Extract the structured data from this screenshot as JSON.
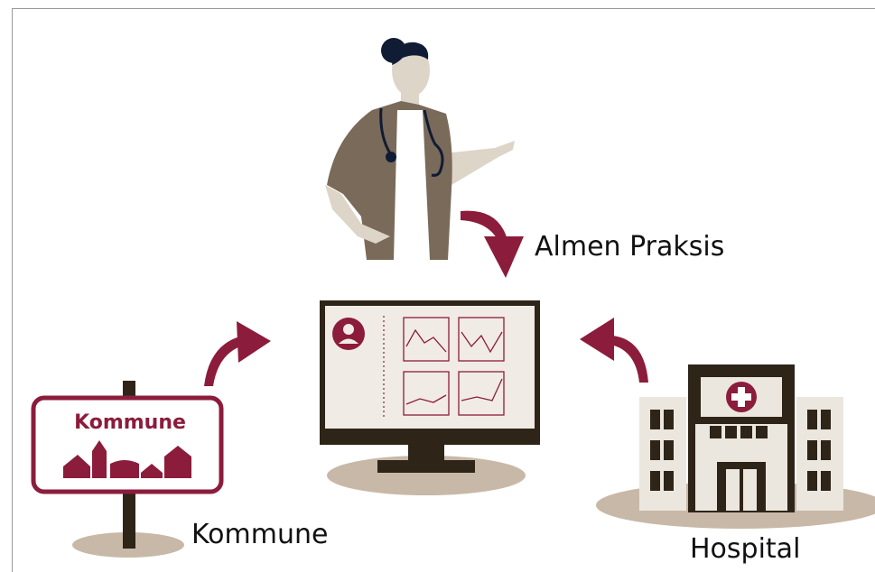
{
  "labels": {
    "almen_praksis": "Almen Praksis",
    "kommune": "Kommune",
    "hospital": "Hospital",
    "sign_text": "Kommune"
  },
  "colors": {
    "maroon": "#8c1c3c",
    "dark": "#2e2418",
    "shadow": "#c8b8a7",
    "skin": "#dcd5c8",
    "coat": "#7a6a5a",
    "hair": "#101c33",
    "screen": "#f1ebe5",
    "building": "#ebe7de"
  },
  "icons": [
    "doctor-figure-icon",
    "computer-monitor-icon",
    "town-sign-icon",
    "hospital-building-icon",
    "curved-arrow-icon",
    "user-avatar-icon",
    "line-chart-icon"
  ]
}
